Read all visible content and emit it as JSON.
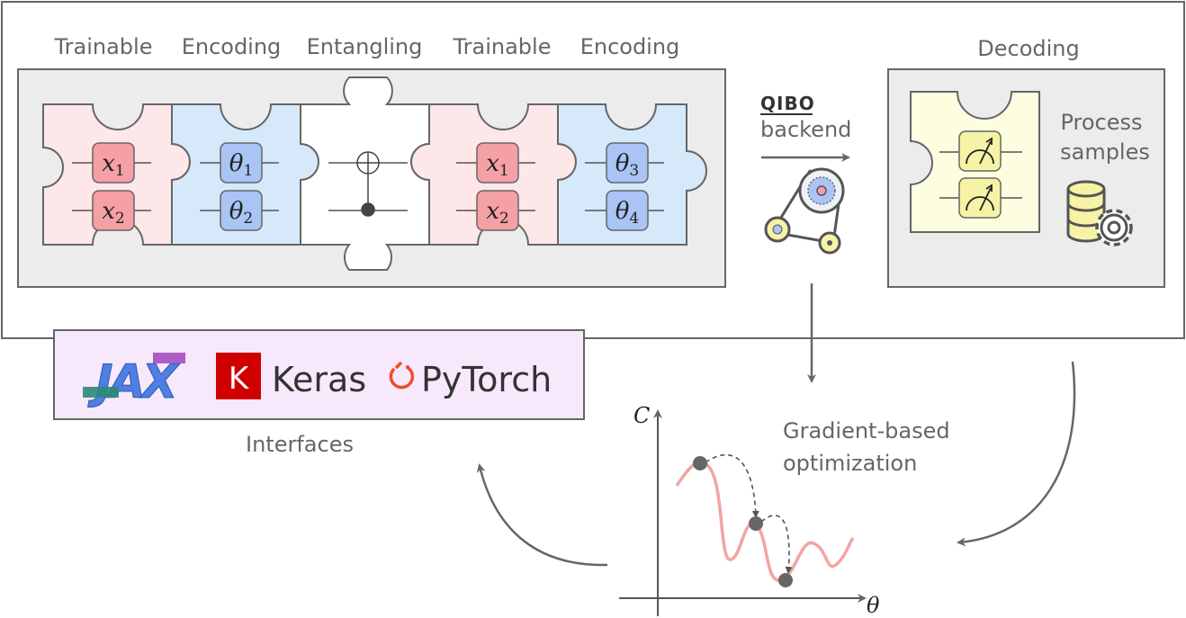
{
  "top_labels": {
    "trainable_1": "Trainable",
    "encoding_1": "Encoding",
    "entangling": "Entangling",
    "trainable_2": "Trainable",
    "encoding_2": "Encoding",
    "decoding": "Decoding"
  },
  "gates": {
    "p1_top": {
      "sym": "x",
      "sub": "1"
    },
    "p1_bot": {
      "sym": "x",
      "sub": "2"
    },
    "p2_top": {
      "sym": "θ",
      "sub": "1"
    },
    "p2_bot": {
      "sym": "θ",
      "sub": "2"
    },
    "p4_top": {
      "sym": "x",
      "sub": "1"
    },
    "p4_bot": {
      "sym": "x",
      "sub": "2"
    },
    "p5_top": {
      "sym": "θ",
      "sub": "3"
    },
    "p5_bot": {
      "sym": "θ",
      "sub": "4"
    }
  },
  "backend": {
    "logo": "QIBO",
    "label": "backend"
  },
  "decoding_panel": {
    "process_line1": "Process",
    "process_line2": "samples"
  },
  "interfaces": {
    "caption": "Interfaces",
    "keras_badge": "K",
    "keras_label": "Keras",
    "pytorch_label": "PyTorch",
    "jax_logo": "JAX"
  },
  "optimization": {
    "line1": "Gradient-based",
    "line2": "optimization",
    "y_axis": "C",
    "x_axis": "θ"
  },
  "colors": {
    "trainable_fill": "#fde7e9",
    "trainable_gate": "#f4a0a4",
    "encoding_fill": "#d6e9fb",
    "encoding_gate": "#a9c4f5",
    "decoding_fill": "#fdfde0",
    "decoding_gate": "#f6f3a6",
    "interfaces_fill": "#f7e8fb",
    "curve": "#f4a3a3",
    "keras_red": "#d00000",
    "pytorch_orange": "#ee4c2c"
  }
}
